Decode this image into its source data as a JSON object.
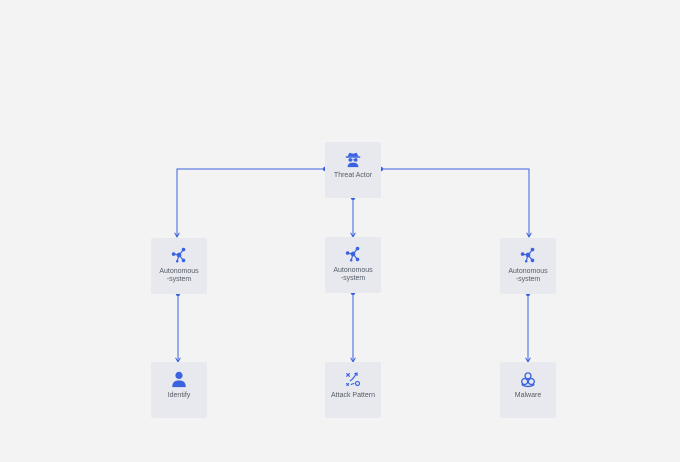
{
  "diagram": {
    "accent_color": "#3b63e0",
    "nodes": {
      "threat_actor": {
        "label": "Threat Actor",
        "icon": "spy-icon"
      },
      "as_left": {
        "label": "Autonomous\n-system",
        "icon": "network-icon"
      },
      "as_center": {
        "label": "Autonomous\n-system",
        "icon": "network-icon"
      },
      "as_right": {
        "label": "Autonomous\n-system",
        "icon": "network-icon"
      },
      "identify": {
        "label": "Identify",
        "icon": "person-icon"
      },
      "attack_pattern": {
        "label": "Attack Pattern",
        "icon": "attack-pattern-icon"
      },
      "malware": {
        "label": "Malware",
        "icon": "biohazard-icon"
      }
    }
  }
}
